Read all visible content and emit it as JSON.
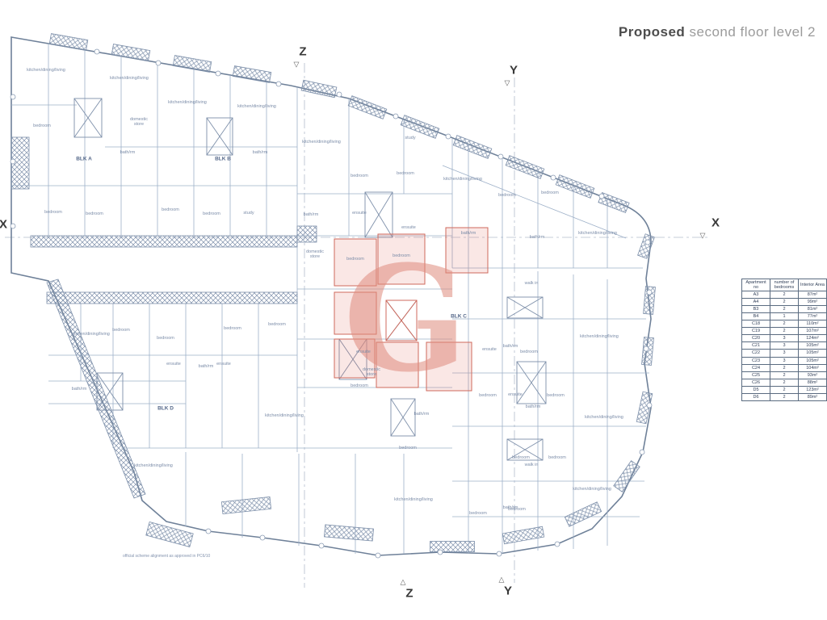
{
  "title": {
    "bold": "Proposed",
    "rest": " second floor level 2"
  },
  "plan": {
    "labels": {
      "kitchen": "kitchen/dining/living",
      "bedroom": "bedroom",
      "bathrm": "bath/rm",
      "ensuite": "ensuite",
      "study": "study",
      "domestic": "domestic store",
      "walkin": "walk in",
      "blkA": "BLK A",
      "blkB": "BLK B",
      "blkC": "BLK C",
      "blkD": "BLK D",
      "watermark": "G"
    },
    "markers": {
      "z": "Z",
      "y": "Y",
      "x": "X"
    },
    "note": "official scheme alignment as approved in PC6/10"
  },
  "table": {
    "headers": [
      "Apartment no",
      "number of bedrooms",
      "Interior Area"
    ],
    "rows": [
      [
        "A3",
        "2",
        "87m²"
      ],
      [
        "A4",
        "2",
        "99m²"
      ],
      [
        "B3",
        "2",
        "81m²"
      ],
      [
        "B4",
        "1",
        "77m²"
      ],
      [
        "C18",
        "2",
        "110m²"
      ],
      [
        "C19",
        "2",
        "107m²"
      ],
      [
        "C20",
        "3",
        "124m²"
      ],
      [
        "C21",
        "3",
        "105m²"
      ],
      [
        "C22",
        "3",
        "105m²"
      ],
      [
        "C23",
        "3",
        "105m²"
      ],
      [
        "C24",
        "2",
        "104m²"
      ],
      [
        "C25",
        "2",
        "93m²"
      ],
      [
        "C26",
        "2",
        "88m²"
      ],
      [
        "D5",
        "2",
        "123m²"
      ],
      [
        "D6",
        "2",
        "89m²"
      ]
    ]
  },
  "colors": {
    "line": "#7e90aa",
    "accent": "#e08273"
  }
}
